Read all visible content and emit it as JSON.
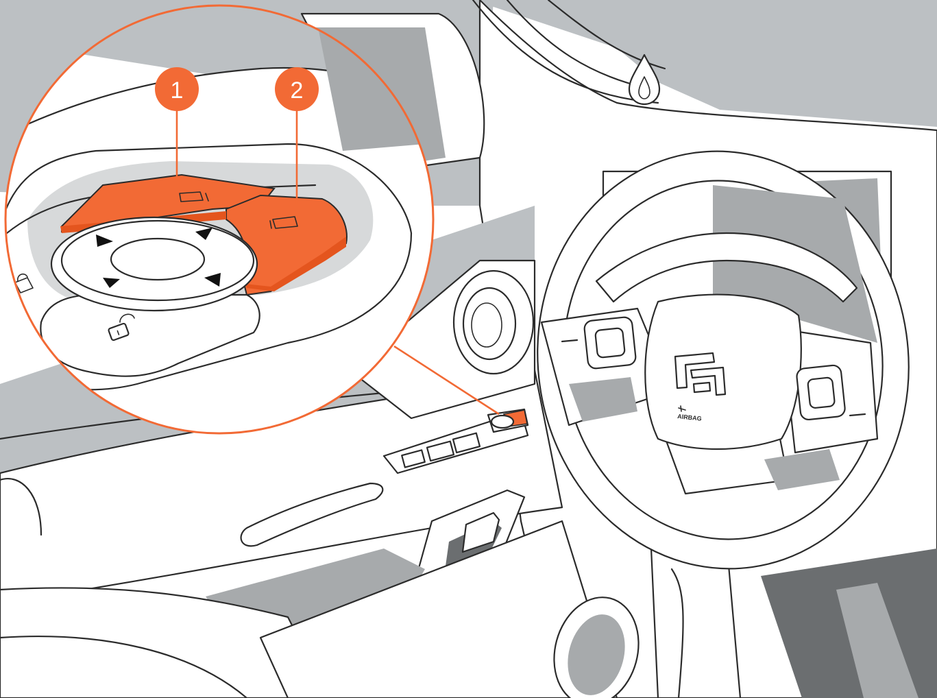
{
  "callouts": [
    {
      "id": "1",
      "label": "1"
    },
    {
      "id": "2",
      "label": "2"
    }
  ],
  "steering_wheel": {
    "airbag_text": "AIRBAG"
  },
  "colors": {
    "accent": "#f26a35",
    "background_grey": "#bcc0c3",
    "dark_floor": "#6b6e70",
    "line": "#2b2b2b"
  },
  "icons": [
    "left-mirror-icon",
    "right-mirror-icon",
    "direction-arrows-icon",
    "unlock-icon",
    "lock-icon",
    "drop-icon",
    "car-logo-icon",
    "airbag-icon"
  ]
}
